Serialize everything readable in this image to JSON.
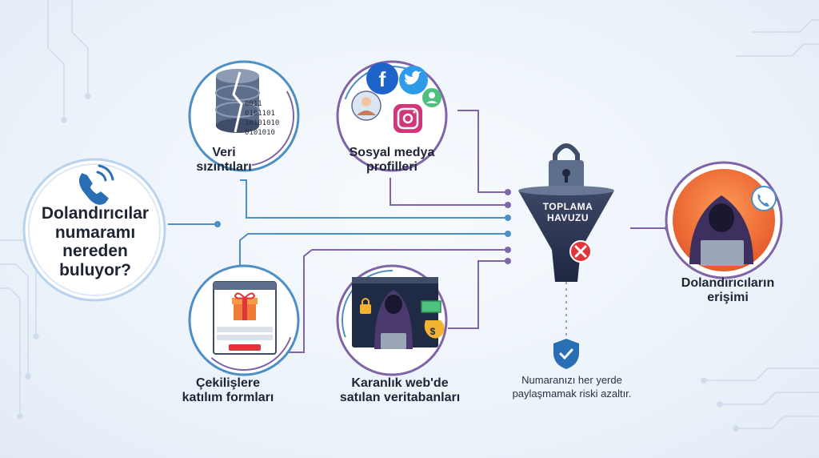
{
  "question": {
    "line1": "Dolandırıcılar",
    "line2": "numaramı",
    "line3": "nereden",
    "line4": "buluyor?"
  },
  "sources": {
    "leaks": {
      "line1": "Veri",
      "line2": "sızıntıları",
      "binary": [
        "0011",
        "0101101",
        "10101010",
        "0101010"
      ]
    },
    "social": {
      "line1": "Sosyal medya",
      "line2": "profilleri"
    },
    "forms": {
      "line1": "Çekilişlere",
      "line2": "katılım formları"
    },
    "darkweb": {
      "line1": "Karanlık web'de",
      "line2": "satılan veritabanları"
    }
  },
  "funnel": {
    "line1": "TOPLAMA",
    "line2": "HAVUZU"
  },
  "access": {
    "line1": "Dolandırıcıların",
    "line2": "erişimi"
  },
  "tip": {
    "line1": "Numaranızı her yerde",
    "line2": "paylaşmamak riski azaltır."
  },
  "colors": {
    "navy": "#1f2a44",
    "purple": "#7f64a8",
    "blue": "#4d8fc4",
    "red": "#e0353b",
    "orange": "#f07a3a"
  }
}
